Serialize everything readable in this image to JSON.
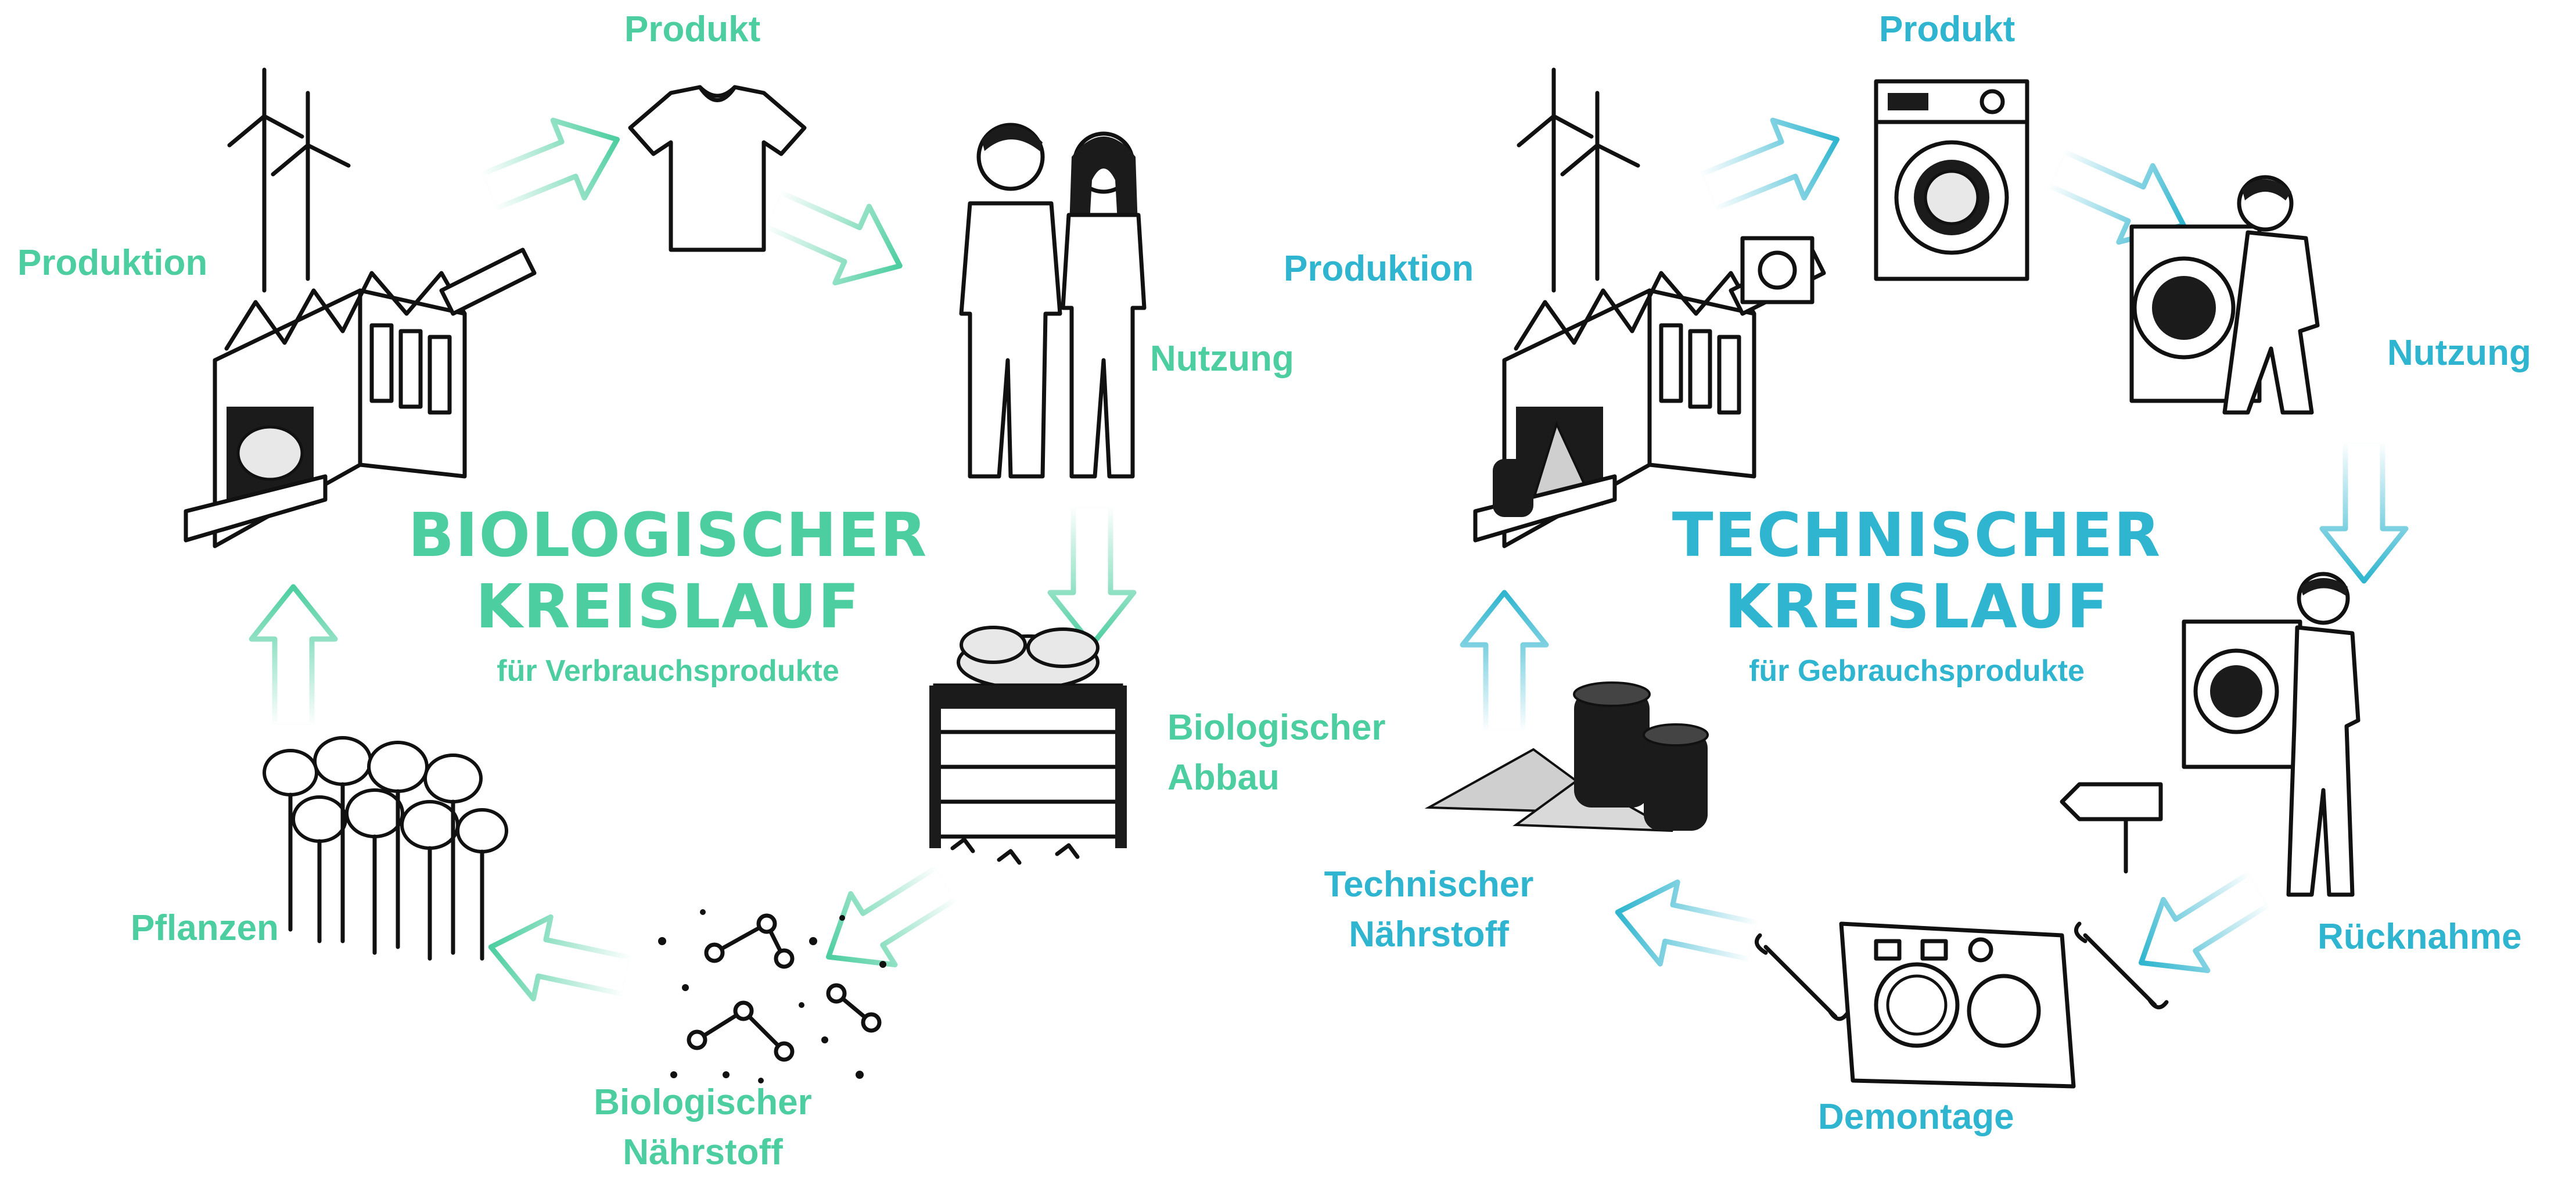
{
  "colors": {
    "biological": "#4dcea0",
    "technical": "#2fb5cf",
    "ink": "#111111"
  },
  "bio": {
    "title_line1": "BIOLOGISCHER",
    "title_line2": "KREISLAUF",
    "subtitle": "für Verbrauchsprodukte",
    "produktion": "Produktion",
    "produkt": "Produkt",
    "nutzung": "Nutzung",
    "abbau_line1": "Biologischer",
    "abbau_line2": "Abbau",
    "naehrstoff_line1": "Biologischer",
    "naehrstoff_line2": "Nährstoff",
    "pflanzen": "Pflanzen"
  },
  "tech": {
    "title_line1": "TECHNISCHER",
    "title_line2": "KREISLAUF",
    "subtitle": "für Gebrauchsprodukte",
    "produktion": "Produktion",
    "produkt": "Produkt",
    "nutzung": "Nutzung",
    "ruecknahme": "Rücknahme",
    "demontage": "Demontage",
    "naehrstoff_line1": "Technischer",
    "naehrstoff_line2": "Nährstoff"
  },
  "icons": {
    "bio": [
      "factory-icon",
      "wind-turbine-icon",
      "tshirt-icon",
      "couple-icon",
      "compost-bin-icon",
      "nutrient-molecules-icon",
      "trees-icon"
    ],
    "tech": [
      "factory-icon",
      "wind-turbine-icon",
      "washing-machine-icon",
      "person-using-washer-icon",
      "person-returning-washer-icon",
      "disassembled-parts-icon",
      "barrels-gravel-icon"
    ]
  }
}
